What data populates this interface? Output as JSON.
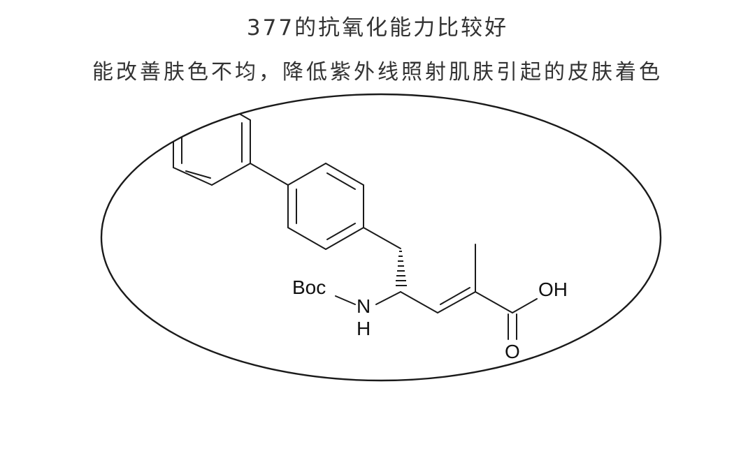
{
  "header": {
    "line1": "377的抗氧化能力比较好",
    "line2": "能改善肤色不均，降低紫外线照射肌肤引起的皮肤着色"
  },
  "molecule": {
    "labels": {
      "boc": "Boc",
      "n": "N",
      "h": "H",
      "oh": "OH",
      "o": "O"
    }
  },
  "colors": {
    "text": "#333333",
    "lines": "#1a1a1a",
    "background": "#ffffff"
  }
}
